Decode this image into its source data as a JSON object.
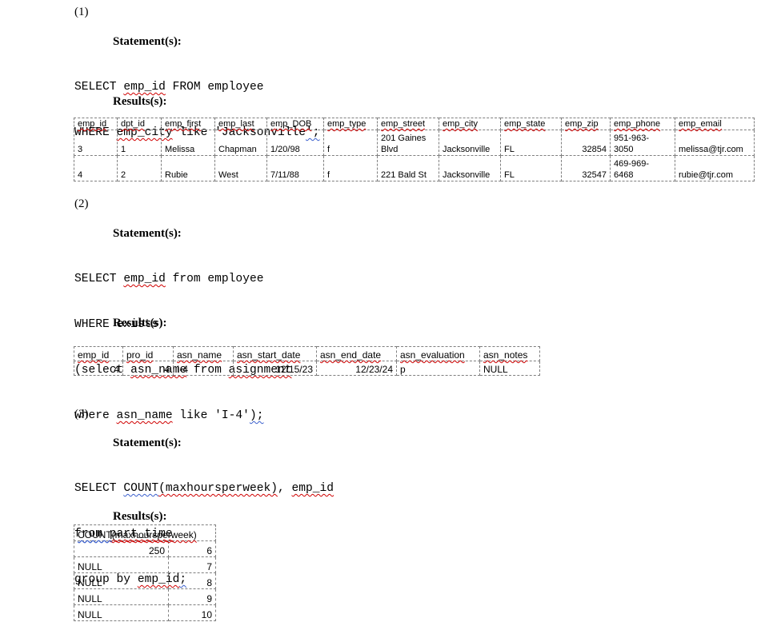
{
  "section1": {
    "number": "(1)",
    "statement_label": "Statement(s):",
    "code": {
      "line1_pre": "SELECT ",
      "line1_id": "emp_id",
      "line1_post": " FROM employee",
      "line2_pre": "WHERE ",
      "line2_col": "emp_city",
      "line2_mid": " like 'Jacksonville",
      "line2_end": "';"
    },
    "results_label": "Results(s):",
    "table": {
      "headers": [
        "emp_id",
        "dpt_id",
        "emp_first",
        "emp_last",
        "emp_DOB",
        "emp_type",
        "emp_street",
        "emp_city",
        "emp_state",
        "emp_zip",
        "emp_phone",
        "emp_email"
      ],
      "rows": [
        {
          "emp_id": "3",
          "dpt_id": "1",
          "emp_first": "Melissa",
          "emp_last": "Chapman",
          "emp_DOB": "1/20/98",
          "emp_type": "f",
          "street_top": "201 Gaines",
          "street_bottom": "Blvd",
          "emp_city": "Jacksonville",
          "emp_state": "FL",
          "emp_zip": "32854",
          "phone_top": "951-963-",
          "phone_bottom": "3050",
          "emp_email": "melissa@tjr.com"
        },
        {
          "emp_id": "4",
          "dpt_id": "2",
          "emp_first": "Rubie",
          "emp_last": "West",
          "emp_DOB": "7/11/88",
          "emp_type": "f",
          "street_top": "",
          "street_bottom": "221 Bald St",
          "emp_city": "Jacksonville",
          "emp_state": "FL",
          "emp_zip": "32547",
          "phone_top": "469-969-",
          "phone_bottom": "6468",
          "emp_email": "rubie@tjr.com"
        }
      ]
    }
  },
  "section2": {
    "number": "(2)",
    "statement_label": "Statement(s):",
    "code": {
      "line1_pre": "SELECT ",
      "line1_id": "emp_id",
      "line1_post": " from employee",
      "line2": "WHERE exists",
      "line3_pre": "(select ",
      "line3_col": "asn_name",
      "line3_mid": " from ",
      "line3_tbl": "asignment",
      "line4_pre": "where ",
      "line4_col": "asn_name",
      "line4_mid": " like 'I-4'",
      "line4_end": ");"
    },
    "results_label": "Results(s):",
    "table": {
      "headers": [
        "emp_id",
        "pro_id",
        "asn_name",
        "asn_start_date",
        "asn_end_date",
        "asn_evaluation",
        "asn_notes"
      ],
      "row": [
        "4",
        "4",
        "I-4",
        "12/15/23",
        "12/23/24",
        "p",
        "NULL"
      ]
    }
  },
  "section3": {
    "number": "(3)",
    "statement_label": "Statement(s):",
    "code": {
      "line1_pre": "SELECT ",
      "line1_fn": "COUNT",
      "line1_arg": "(maxhoursperweek)",
      "line1_mid": ", ",
      "line1_id": "emp_id",
      "line2_pre": "from ",
      "line2_tbl": "part_time",
      "line3_pre": "group by ",
      "line3_id": "emp_id",
      "line3_end": ";"
    },
    "results_label": "Results(s):",
    "table": {
      "header_fn": "COUNT",
      "header_arg": "(maxhoursperweek)",
      "rows": [
        [
          "250",
          "6"
        ],
        [
          "NULL",
          "7"
        ],
        [
          "NULL",
          "8"
        ],
        [
          "NULL",
          "9"
        ],
        [
          "NULL",
          "10"
        ]
      ]
    }
  }
}
